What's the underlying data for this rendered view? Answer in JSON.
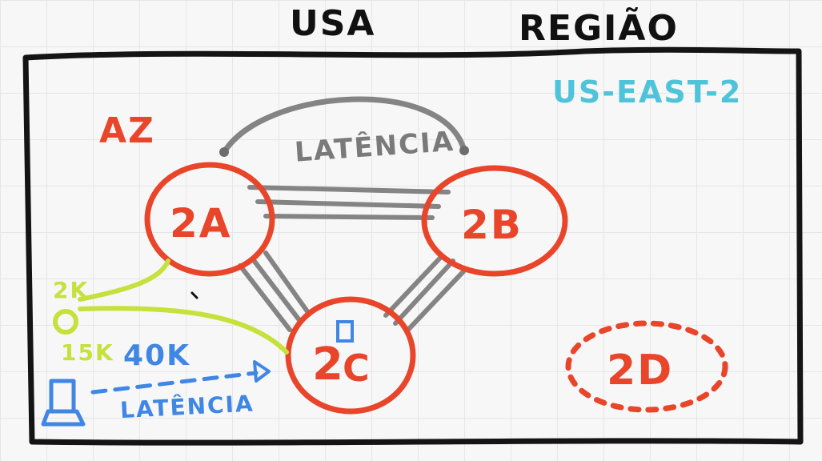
{
  "header": {
    "country": "USA",
    "region_label": "REGIÃO"
  },
  "region": {
    "name": "US-EAST-2",
    "az_label": "AZ"
  },
  "zones": {
    "a": "2A",
    "b": "2B",
    "c": "2",
    "c_suffix": "C",
    "d": "2D"
  },
  "annotations": {
    "latency_top": "LATÊNCIA",
    "user_latency_value": "40K",
    "user_latency_label": "LATÊNCIA",
    "link_upper": "2K",
    "link_lower": "15K"
  },
  "colors": {
    "zone": "#e8452a",
    "region": "#4fc3d9",
    "link": "#848484",
    "fiber": "#c6e03c",
    "user": "#3f86e5",
    "frame": "#141414"
  }
}
